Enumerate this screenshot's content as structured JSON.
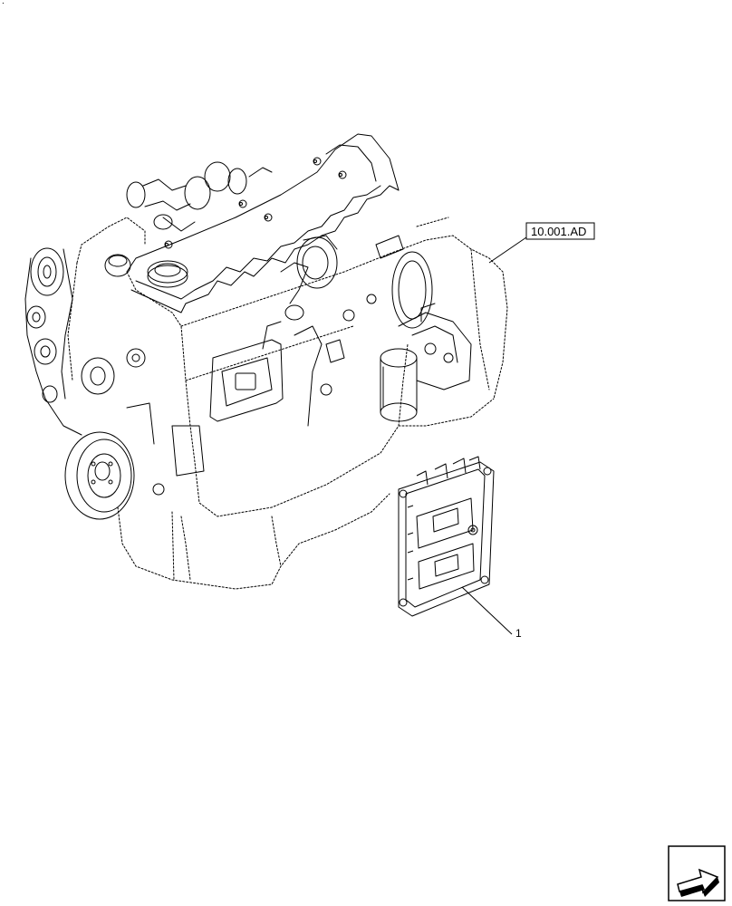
{
  "corner_mark": ".",
  "reference_label": "10.001.AD",
  "callouts": [
    {
      "number": "1"
    }
  ],
  "icons": {
    "engine": "engine-assembly-illustration",
    "ecu": "engine-control-unit-illustration",
    "navigation": "next-page-arrow-icon"
  },
  "colors": {
    "line": "#000000",
    "background": "#ffffff"
  }
}
